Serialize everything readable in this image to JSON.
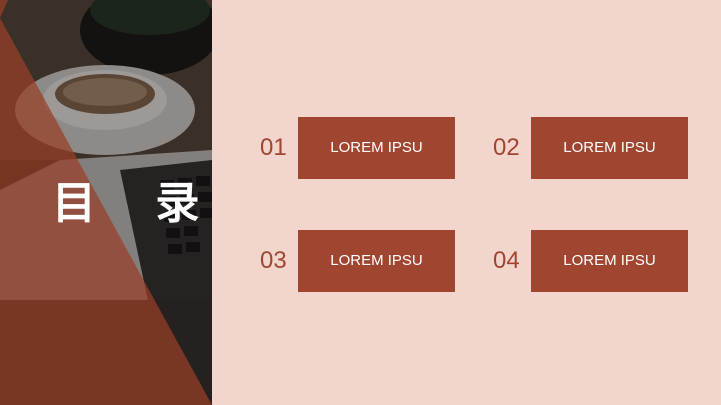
{
  "title": "目 录",
  "colors": {
    "background": "#f2d5cd",
    "accent": "#a0452f",
    "text_on_accent": "#ffffff"
  },
  "toc": {
    "items": [
      {
        "number": "01",
        "label": "LOREM IPSU"
      },
      {
        "number": "02",
        "label": "LOREM IPSU"
      },
      {
        "number": "03",
        "label": "LOREM IPSU"
      },
      {
        "number": "04",
        "label": "LOREM IPSU"
      }
    ]
  },
  "photo": {
    "description_icons": [
      "coffee-cup-icon",
      "keyboard-icon",
      "plant-icon"
    ]
  }
}
